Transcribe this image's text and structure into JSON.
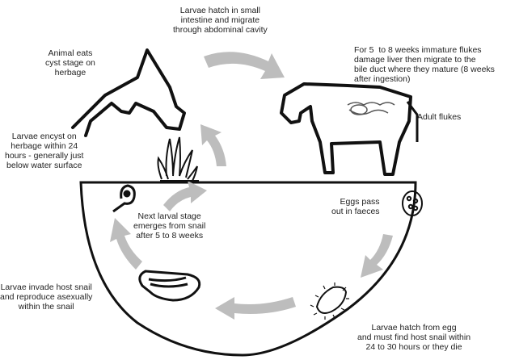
{
  "diagram": {
    "steps": {
      "hatch_intestine": "Larvae hatch in small\nintestine and migrate\nthrough abdominal cavity",
      "animal_eats": "Animal eats\ncyst stage on\nherbage",
      "weeks_flukes": "For 5  to 8 weeks immature flukes\ndamage liver then migrate to the\nbile duct where they mature (8 weeks\nafter ingestion)",
      "adult_flukes": "Adult flukes",
      "encyst": "Larvae encyst on\nherbage within 24\nhours - generally just\nbelow water surface",
      "eggs_pass": "Eggs pass\nout in faeces",
      "next_larval": "Next larval stage\nemerges from snail\nafter 5 to 8 weeks",
      "invade": "Larvae invade host snail\nand reproduce asexually\nwithin the snail",
      "hatch_egg": "Larvae hatch from egg\nand must find host snail within\n24 to 30 hours or they die"
    },
    "colors": {
      "line": "#111111",
      "arrow": "#b8b8b8",
      "text": "#222222"
    }
  }
}
